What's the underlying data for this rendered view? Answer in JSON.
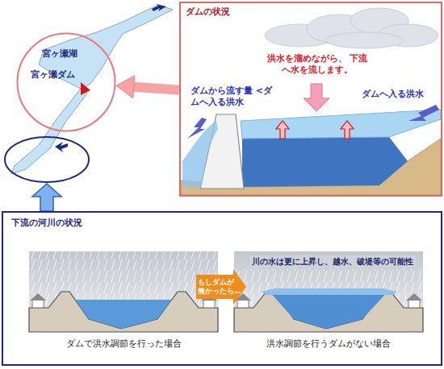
{
  "diagram": {
    "nodes": [
      {
        "text": [
          "ダムの状況"
        ]
      },
      {
        "text": [
          "下流の河川の状況"
        ]
      },
      {
        "text": [
          "宮ヶ瀬湖",
          "宮ヶ瀬ダム"
        ]
      },
      {
        "text": [
          "もしダムが 無かったら…"
        ],
        "in": 1
      }
    ],
    "edges": [
      {
        "from": 0,
        "to": 2,
        "arrow": "to"
      }
    ],
    "labels": [
      "洪水を溜めながら、 下流へ水を流します。",
      "ダムから流す量 <ダムへ入る洪水",
      "ダムへ入る洪水",
      "川の水は更に上昇し、越水、破堤等の可能性",
      "ダムで洪水調節を行った場合",
      "洪水調節を行うダムがない場合"
    ]
  }
}
